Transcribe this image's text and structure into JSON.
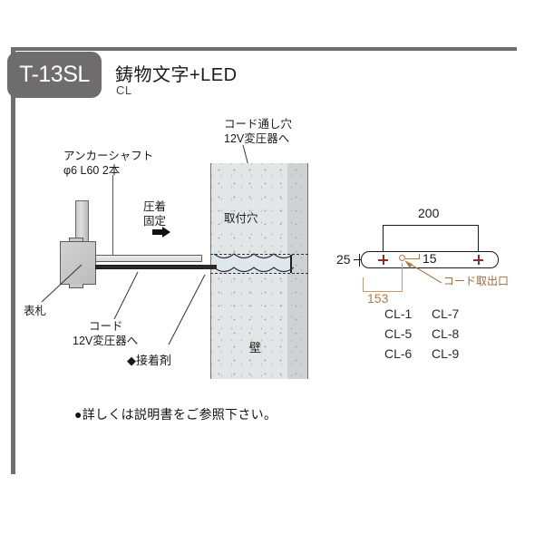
{
  "header": {
    "badge_code": "T-13SL",
    "title": "鋳物文字+LED",
    "subtitle": "CL"
  },
  "left_diagram": {
    "anchor_label_line1": "アンカーシャフト",
    "anchor_label_line2": "φ6 L60 2本",
    "press_fix_line1": "圧着",
    "press_fix_line2": "固定",
    "arrow_icon": "arrow-right-icon",
    "nameplate_label": "表札",
    "cord_label_line1": "コード",
    "cord_label_line2": "12V変圧器へ"
  },
  "wall_diagram": {
    "cord_hole_line1": "コード通し穴",
    "cord_hole_line2": "12V変圧器へ",
    "mount_hole_label": "取付穴",
    "wall_label": "壁",
    "adhesive_label": "◆接着剤"
  },
  "dimension_diagram": {
    "dim_top": "200",
    "dim_left": "25",
    "dim_inner": "15",
    "dim_bottom": "153",
    "outlet_label": "コード取出口",
    "models": [
      "CL-1",
      "CL-7",
      "CL-5",
      "CL-8",
      "CL-6",
      "CL-9"
    ]
  },
  "footer": {
    "note": "●詳しくは説明書をご参照下さい。"
  },
  "colors": {
    "badge_bg": "#6f6c6e",
    "rule": "#6e6e6e",
    "wall_fill": "#e3e6e6",
    "cross_mark": "#8e2b2b",
    "brown_dim": "#b07a47"
  }
}
